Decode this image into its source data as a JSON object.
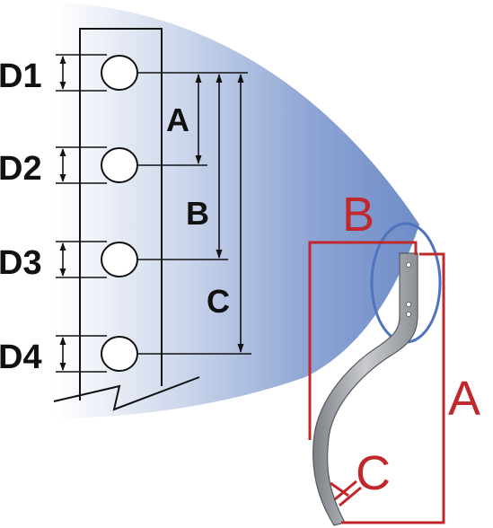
{
  "holes": [
    {
      "label": "D1"
    },
    {
      "label": "D2"
    },
    {
      "label": "D3"
    },
    {
      "label": "D4"
    }
  ],
  "spacing_labels": {
    "a": "A",
    "b": "B",
    "c": "C"
  },
  "tine_labels": {
    "a": "A",
    "b": "B",
    "c": "C"
  },
  "colors": {
    "red_accent": "#c0282c",
    "blue_fill": "#6f8cc8",
    "blue_outline": "#4f73bf",
    "line": "#111111",
    "tine_steel": "#a8abb0"
  }
}
